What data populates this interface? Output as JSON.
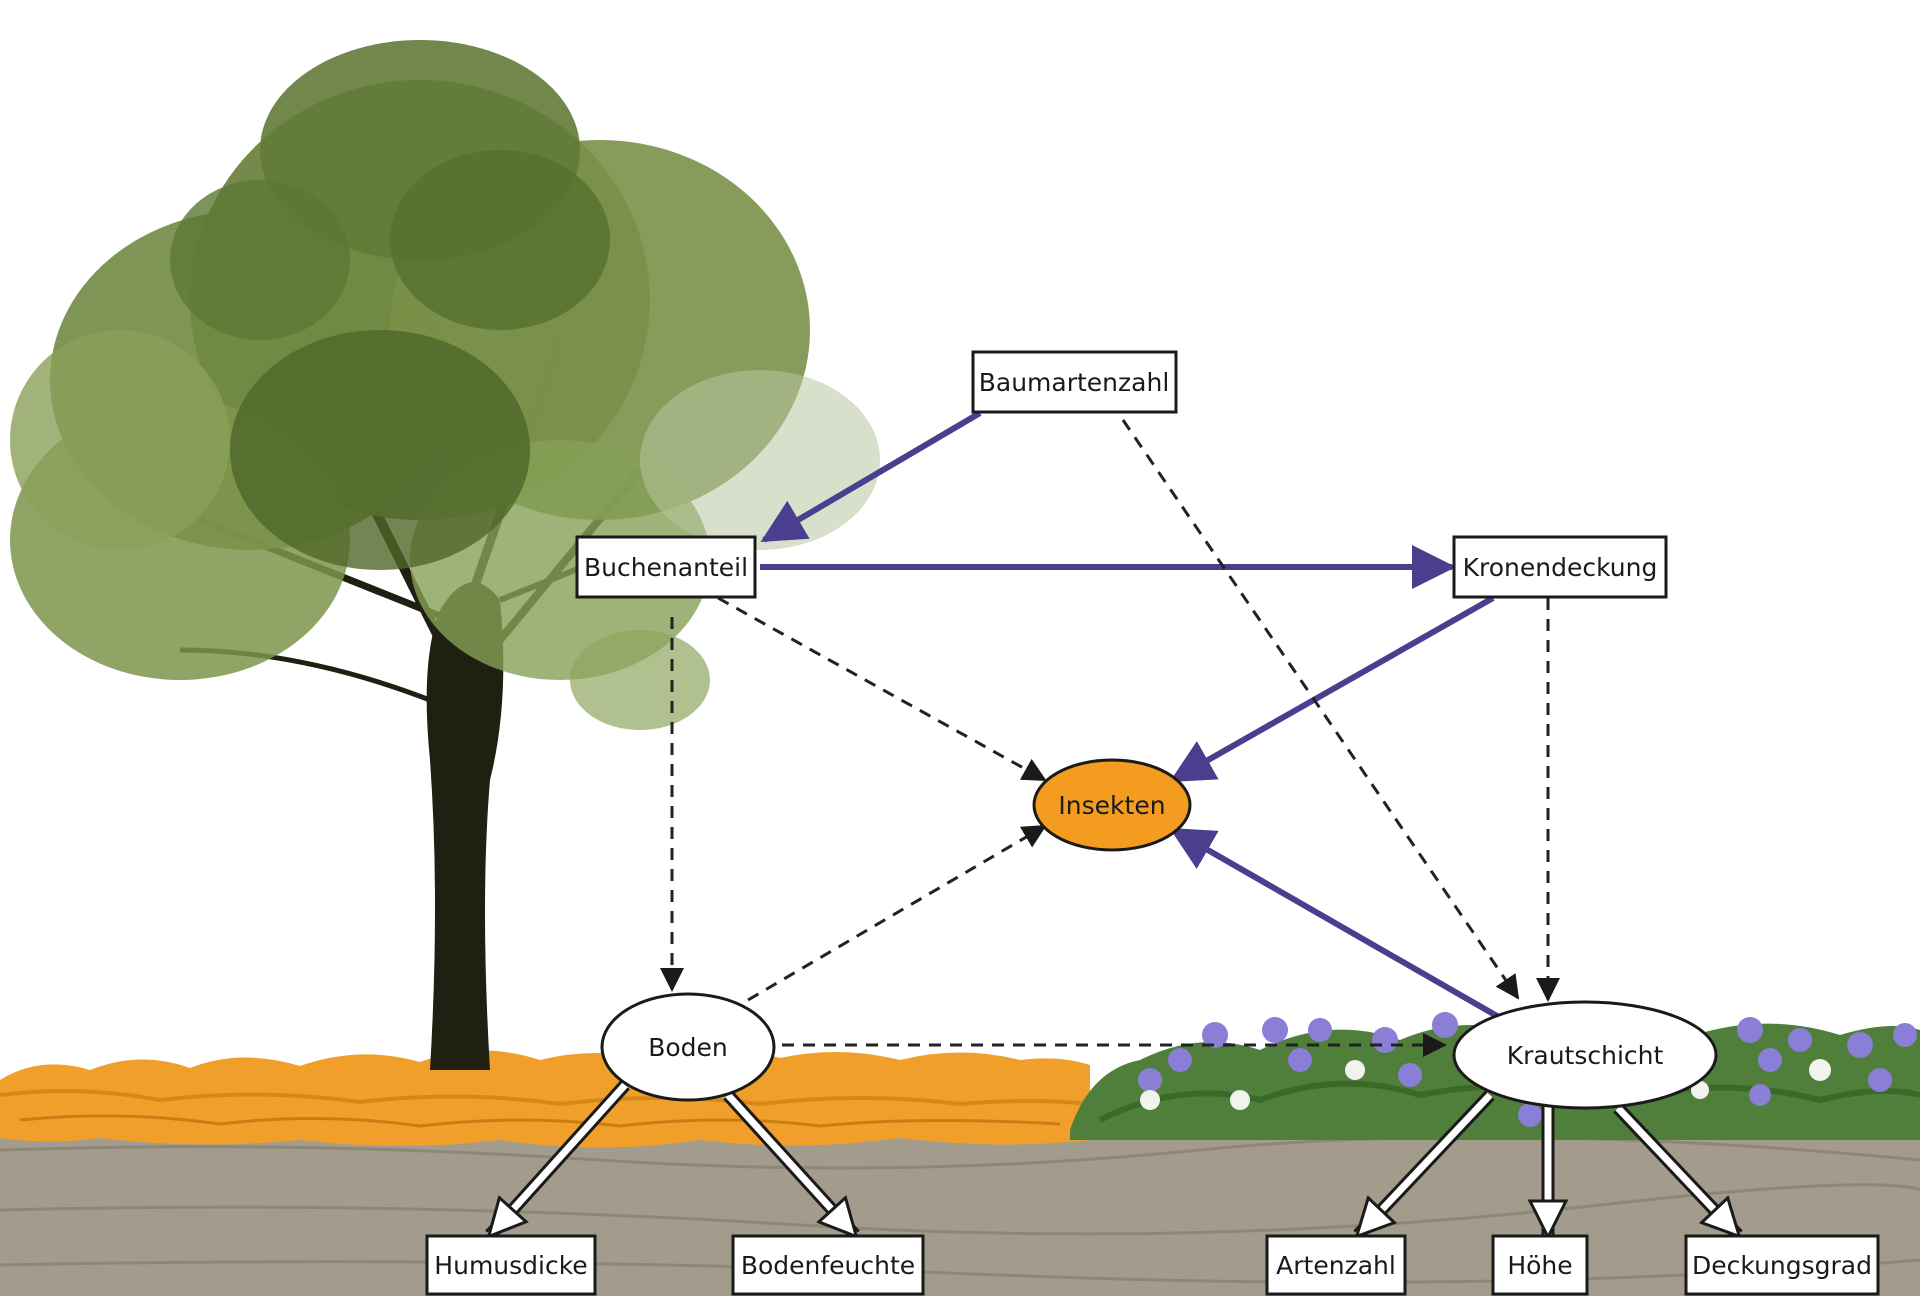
{
  "diagram": {
    "nodes": {
      "baumartenzahl": "Baumartenzahl",
      "buchenanteil": "Buchenanteil",
      "kronendeckung": "Kronendeckung",
      "insekten": "Insekten",
      "boden": "Boden",
      "krautschicht": "Krautschicht",
      "humusdicke": "Humusdicke",
      "bodenfeuchte": "Bodenfeuchte",
      "artenzahl": "Artenzahl",
      "hoehe": "Höhe",
      "deckungsgrad": "Deckungsgrad"
    },
    "colors": {
      "solid_arrow": "#4a3f8f",
      "dashed_arrow": "#222222",
      "insekten_fill": "#f39c1f",
      "leaf_litter": "#f0a02a",
      "ground": "#a39c8c",
      "foliage": "#6e8440",
      "trunk": "#1f2012",
      "flowers": "#8a7ed6"
    }
  }
}
